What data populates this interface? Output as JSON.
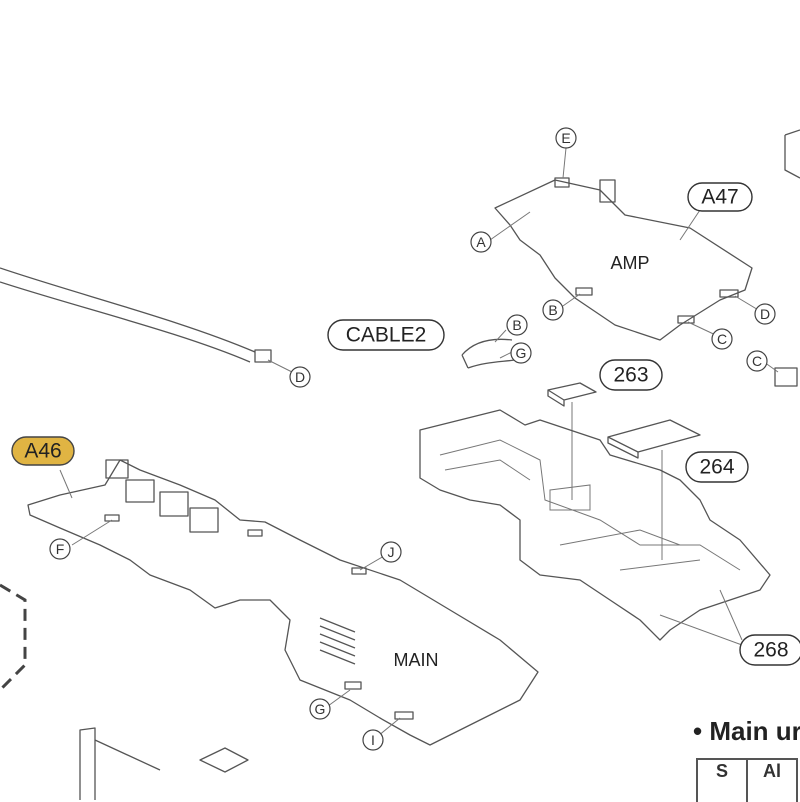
{
  "colors": {
    "highlight": "#e0b443",
    "line": "#555555"
  },
  "parts": {
    "a47": "A47",
    "a46": "A46",
    "cable2": "CABLE2",
    "p263": "263",
    "p264": "264",
    "p268": "268"
  },
  "boards": {
    "amp": "AMP",
    "main": "MAIN"
  },
  "callouts": {
    "amp_e": "E",
    "amp_a": "A",
    "amp_b": "B",
    "amp_d": "D",
    "amp_c": "C",
    "cable2_b": "B",
    "cable2_g": "G",
    "cable_d": "D",
    "conn_c": "C",
    "main_f": "F",
    "main_j": "J",
    "main_g": "G",
    "main_i": "I"
  },
  "section": {
    "heading": "• Main ur",
    "table_headers": [
      "S",
      "Al"
    ]
  }
}
